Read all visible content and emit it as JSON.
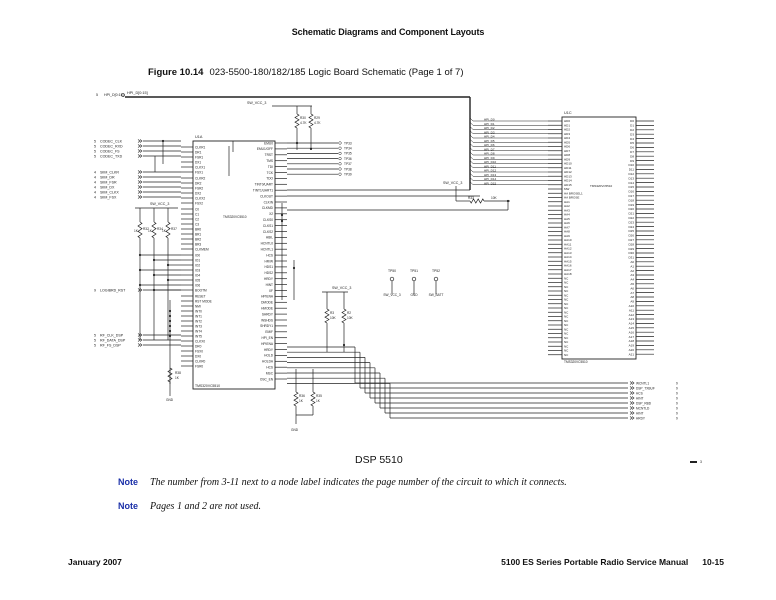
{
  "page": {
    "header": "Schematic Diagrams and Component Layouts",
    "figure_label": "Figure 10.14",
    "figure_title": "023-5500-180/182/185 Logic Board Schematic (Page 1 of 7)",
    "diagram_caption": "DSP 5510",
    "notes": [
      {
        "label": "Note",
        "text": "The number from 3-11 next to a node label indicates the page number of the circuit to which it connects."
      },
      {
        "label": "Note",
        "text": "Pages 1 and 2 are not used."
      }
    ],
    "footer_left": "January 2007",
    "footer_manual": "5100 ES Series Portable Radio Service Manual",
    "footer_page": "10-15",
    "revision_mark": "3"
  },
  "schematic": {
    "top_net": {
      "page": "5",
      "label": "HPI_D[0:15]",
      "bus": "HPI_D[0:15]"
    },
    "supply": "SW_VCC_3",
    "ground": "GND",
    "left_nets": [
      {
        "page": "5",
        "label": "CODEC_CLK"
      },
      {
        "page": "5",
        "label": "CODEC_RXD"
      },
      {
        "page": "5",
        "label": "CODEC_FS"
      },
      {
        "page": "5",
        "label": "CODEC_TXD"
      },
      {
        "page": "4",
        "label": "SIIM_CLKR"
      },
      {
        "page": "4",
        "label": "SIIM_DR"
      },
      {
        "page": "4",
        "label": "SIIM_FSR"
      },
      {
        "page": "4",
        "label": "SIIM_DX"
      },
      {
        "page": "4",
        "label": "SIIM_CLKX"
      },
      {
        "page": "4",
        "label": "SIIM_FSX"
      },
      {
        "page": "9",
        "label": "LOGIBRD_RST"
      },
      {
        "page": "5",
        "label": "RF_CLK_DSP"
      },
      {
        "page": "5",
        "label": "RF_DATA_DSP"
      },
      {
        "page": "5",
        "label": "RF_FS_DSP"
      }
    ],
    "u1a": {
      "ref": "U1A",
      "part": "TMS320VC5510",
      "left_pins": [
        "CLKR1",
        "DR1",
        "FSR1",
        "DX1",
        "CLKX1",
        "FSX1",
        "CLKR2",
        "DR2",
        "FSR2",
        "DX2",
        "CLKX2",
        "FSX2",
        "C0",
        "C1",
        "C2",
        "C3",
        "BR0",
        "BR1",
        "BR2",
        "BR3",
        "CLKMEM",
        "IO0",
        "IO1",
        "IO2",
        "IO3",
        "IO4",
        "IO5",
        "IO6",
        "BOOTM",
        "RESET",
        "RST MODE",
        "NMI",
        "INT0",
        "INT1",
        "INT2",
        "INT3",
        "INT4",
        "INT5",
        "CLKX0",
        "DR0",
        "FSX0",
        "DX0",
        "CLKR0",
        "FSR0"
      ],
      "right_pins": [
        "EMU0",
        "EMU1/OFF",
        "TRST",
        "TMS",
        "TDI",
        "TCK",
        "TDO",
        "TINT0/UART",
        "TINT1/UART1",
        "CLKOUT",
        "CLKIN",
        "CLKMD",
        "X2",
        "CLKS0",
        "CLKS1",
        "CLKS2",
        "HBIL",
        "HCNTL0",
        "HCNTL1",
        "HCS",
        "HR/W",
        "HDS1",
        "HDS2",
        "HRDY",
        "HINT",
        "XF",
        "HPIENA",
        "DMODE",
        "HMODE",
        "SHRDY",
        "WSHDS",
        "SHRDY1",
        "EMIF",
        "HPI_EN",
        "HPIENA",
        "HRDY",
        "HOLD",
        "HOLDA",
        "HCS",
        "MSC",
        "OSC_EN"
      ]
    },
    "pullups_top": [
      {
        "ref": "R30",
        "value": "4.7K"
      },
      {
        "ref": "R29",
        "value": "4.7K"
      }
    ],
    "test_point_nets": [
      "TP33",
      "TP34",
      "TP35",
      "TP36",
      "TP37",
      "TP38",
      "TP39"
    ],
    "resistor_bank_left": [
      {
        "ref": "R32",
        "value": "1K"
      },
      {
        "ref": "R34",
        "value": "1K"
      },
      {
        "ref": "R37",
        "value": "1K"
      }
    ],
    "resistor_r38": {
      "ref": "R38",
      "value": "1K"
    },
    "resistors_mid": [
      {
        "ref": "R3",
        "value": "10K"
      },
      {
        "ref": "R2",
        "value": "10K"
      }
    ],
    "resistors_low": [
      {
        "ref": "R36",
        "value": "1K"
      },
      {
        "ref": "R35",
        "value": "1K"
      }
    ],
    "series_resistor": {
      "ref": "R33",
      "value": "10K"
    },
    "test_points": [
      {
        "ref": "TP50",
        "net": "SW_VCC_3"
      },
      {
        "ref": "TP51",
        "net": "GND"
      },
      {
        "ref": "TP52",
        "net": "SW_BATT"
      }
    ],
    "u1c": {
      "ref": "U1C",
      "part": "TMS320VC5510",
      "left_pins": [
        "HD0",
        "HD1",
        "HD2",
        "HD3",
        "HD4",
        "HD5",
        "HD6",
        "HD7",
        "HD8",
        "HD9",
        "HD10",
        "HD11",
        "HD12",
        "HD13",
        "HD14",
        "HD15",
        "MW",
        "HA BROSEL1",
        "HA BROSE",
        "HA1",
        "HA2",
        "HA3",
        "HA4",
        "HA5",
        "HA6",
        "HA7",
        "HA8",
        "HA9",
        "HA10",
        "HA11",
        "HA12",
        "HA13",
        "HA14",
        "HA15",
        "HA16",
        "HA17",
        "HA18",
        "NC",
        "NC",
        "NC",
        "NC",
        "NC",
        "NC",
        "NC",
        "NC",
        "NC",
        "NC",
        "NC",
        "NC",
        "NC",
        "NC",
        "NC",
        "NC",
        "NC",
        "NC",
        "NC",
        "NC"
      ],
      "right_pins": [
        "D0",
        "D1",
        "D2",
        "D3",
        "D4",
        "D5",
        "D6",
        "D7",
        "D8",
        "D9",
        "D10",
        "D11",
        "D12",
        "D13",
        "D14",
        "D15",
        "D16",
        "D17",
        "D18",
        "D19",
        "D20",
        "D21",
        "D22",
        "D23",
        "D24",
        "D25",
        "D26",
        "D27",
        "D28",
        "D29",
        "D30",
        "D31",
        "A0",
        "A1",
        "A2",
        "A3",
        "A4",
        "A5",
        "A6",
        "A7",
        "A8",
        "A9",
        "A10",
        "A11",
        "A12",
        "A13",
        "A14",
        "A15",
        "A16",
        "A17",
        "A18",
        "A19",
        "A20",
        "A21"
      ]
    },
    "right_nets": [
      "WCNTL1",
      "DSP_TXBUF",
      "HCS",
      "HINT",
      "DSP_RBD",
      "MCNTLD",
      "HINT",
      "HRDY"
    ]
  }
}
